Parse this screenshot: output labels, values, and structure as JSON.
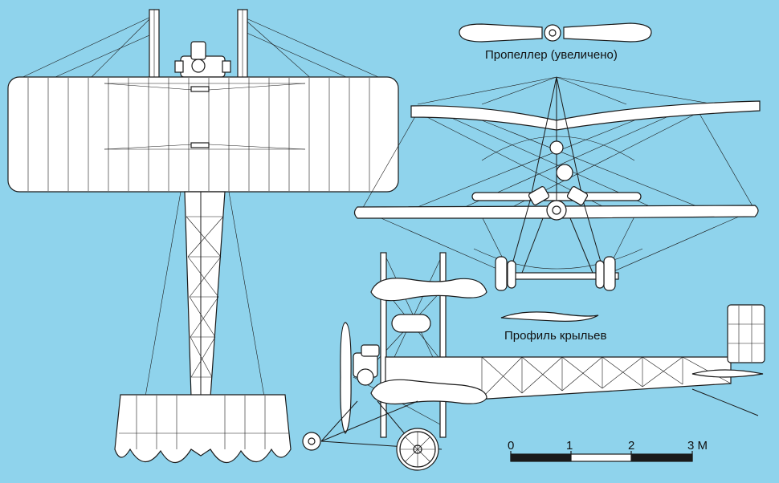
{
  "labels": {
    "propeller": "Пропеллер (увеличено)",
    "wing_profile": "Профиль крыльев"
  },
  "scale": {
    "ticks": [
      "0",
      "1",
      "2",
      "3 М"
    ]
  },
  "colors": {
    "background": "#8fd3ec",
    "line": "#1a1a1a",
    "fill": "#ffffff"
  }
}
